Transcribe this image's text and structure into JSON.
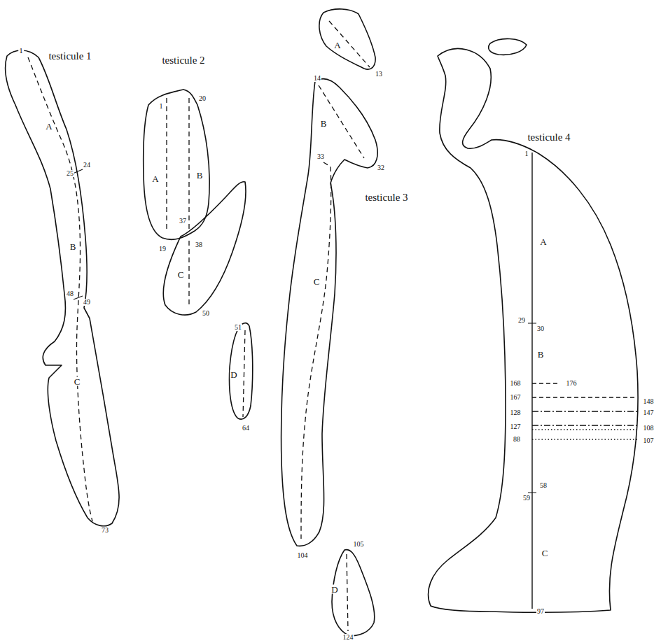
{
  "diagram": {
    "labels": [
      "1",
      "testicule 1",
      "A",
      "24",
      "25",
      "B",
      "48",
      "49",
      "C",
      "73",
      "testicule 2",
      "1",
      "20",
      "A",
      "B",
      "37",
      "19",
      "38",
      "C",
      "50",
      "51",
      "D",
      "64",
      "A",
      "13",
      "14",
      "B",
      "32",
      "33",
      "testicule 3",
      "C",
      "104",
      "105",
      "D",
      "124",
      "testicule 4",
      "1",
      "A",
      "29",
      "30",
      "B",
      "168",
      "176",
      "167",
      "148",
      "128",
      "147",
      "127",
      "108",
      "88",
      "107",
      "58",
      "59",
      "C",
      "97"
    ]
  }
}
